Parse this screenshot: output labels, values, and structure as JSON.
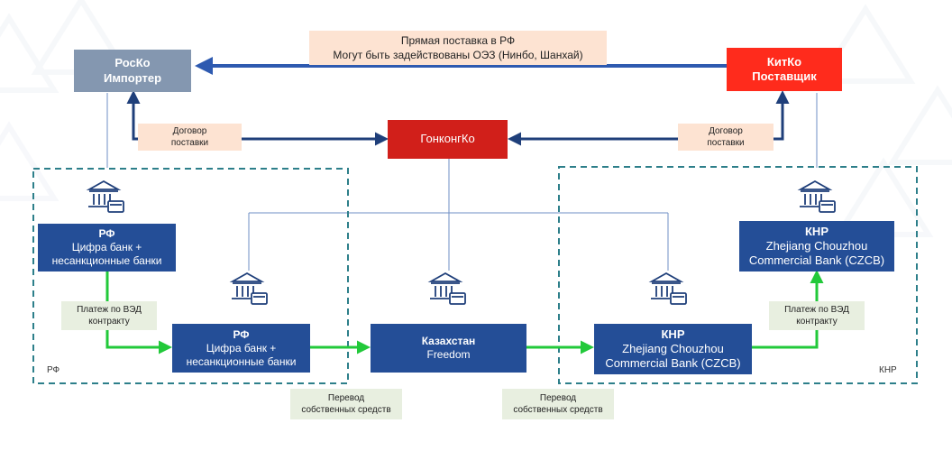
{
  "direct_supply": {
    "line1": "Прямая поставка в РФ",
    "line2": "Могут быть задействованы ОЭЗ (Нинбо, Шанхай)"
  },
  "rusco": {
    "line1": "РосКо",
    "line2": "Импортер"
  },
  "kitco": {
    "line1": "КитКо",
    "line2": "Поставщик"
  },
  "hongkongco": {
    "label": "ГонконгКо"
  },
  "contract_left": {
    "line1": "Договор",
    "line2": "поставки"
  },
  "contract_right": {
    "line1": "Договор",
    "line2": "поставки"
  },
  "rf_bank_top": {
    "line1": "РФ",
    "line2": "Цифра банк +",
    "line3": "несанкционные банки"
  },
  "rf_bank_bottom": {
    "line1": "РФ",
    "line2": "Цифра банк +",
    "line3": "несанкционные банки"
  },
  "kazakhstan": {
    "line1": "Казахстан",
    "line2": "Freedom"
  },
  "knr_bank_bottom": {
    "line1": "КНР",
    "line2": "Zhejiang Chouzhou",
    "line3": "Commercial Bank (CZCB)"
  },
  "knr_bank_top": {
    "line1": "КНР",
    "line2": "Zhejiang Chouzhou",
    "line3": "Commercial Bank (CZCB)"
  },
  "payment_left": {
    "line1": "Платеж по ВЭД",
    "line2": "контракту"
  },
  "payment_right": {
    "line1": "Платеж по ВЭД",
    "line2": "контракту"
  },
  "transfer_left": {
    "line1": "Перевод",
    "line2": "собственных средств"
  },
  "transfer_right": {
    "line1": "Перевод",
    "line2": "собственных средств"
  },
  "region_rf": {
    "label": "РФ"
  },
  "region_knr": {
    "label": "КНР"
  },
  "colors": {
    "gray_box": "#8497b0",
    "red_box": "#ff2b1c",
    "dark_red_box": "#d11f1a",
    "blue_box": "#244e97",
    "blue_arrow": "#2e5ab0",
    "green_arrow": "#22c93a",
    "dashed_border": "#2d7f8a",
    "peach_note": "#fde3d2",
    "green_note": "#e8efe0"
  },
  "icons": [
    "bank-card-icon"
  ]
}
